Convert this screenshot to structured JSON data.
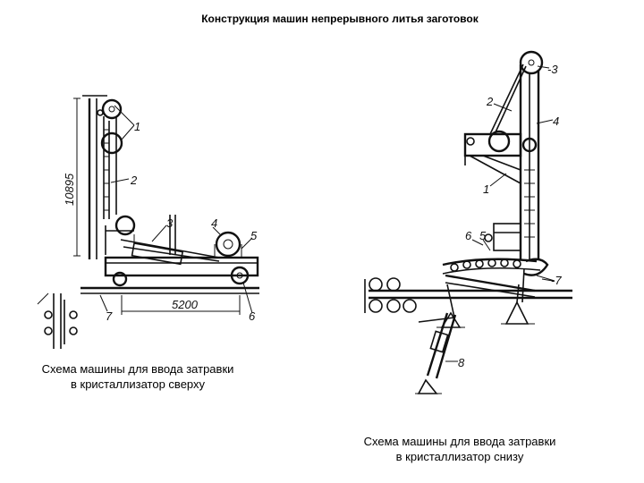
{
  "title": "Конструкция машин непрерывного литья заготовок",
  "captions": {
    "left_line1": "Схема машины для ввода затравки",
    "left_line2": "в кристаллизатор сверху",
    "right_line1": "Схема машины для ввода затравки",
    "right_line2": "в кристаллизатор снизу"
  },
  "left_diagram": {
    "labels": {
      "l1": "1",
      "l2": "2",
      "l3": "3",
      "l4": "4",
      "l5": "5",
      "l6": "6",
      "l7": "7"
    },
    "dim_height": "10895",
    "dim_width": "5200"
  },
  "right_diagram": {
    "labels": {
      "r1": "1",
      "r2": "2",
      "r3": "-3",
      "r4": "4",
      "r5": "5",
      "r6": "6",
      "r7": "-7",
      "r8": "8"
    }
  }
}
